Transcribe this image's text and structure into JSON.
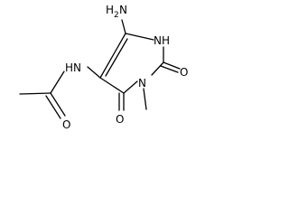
{
  "molecule": {
    "labels": {
      "amino": "H",
      "amino_sub": "2",
      "amino_n": "N",
      "ring_nh": "NH",
      "amide_nh": "HN",
      "o_ring_right": "O",
      "o_ring_bottom": "O",
      "n_methyl": "N",
      "o_acetyl": "O"
    },
    "colors": {
      "bond": "#000000",
      "text": "#000000",
      "background": "#ffffff"
    }
  }
}
